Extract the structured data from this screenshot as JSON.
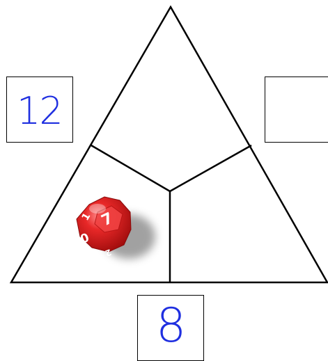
{
  "puzzle": {
    "boxes": {
      "left": {
        "value": "12"
      },
      "right": {
        "value": ""
      },
      "bottom": {
        "value": "8"
      }
    },
    "die": {
      "color": "#d81e1e",
      "visible_digits": [
        "1",
        "7",
        "0",
        "2"
      ]
    },
    "colors": {
      "ink": "#1f2fe0",
      "lines": "#000000",
      "background": "#ffffff"
    }
  }
}
